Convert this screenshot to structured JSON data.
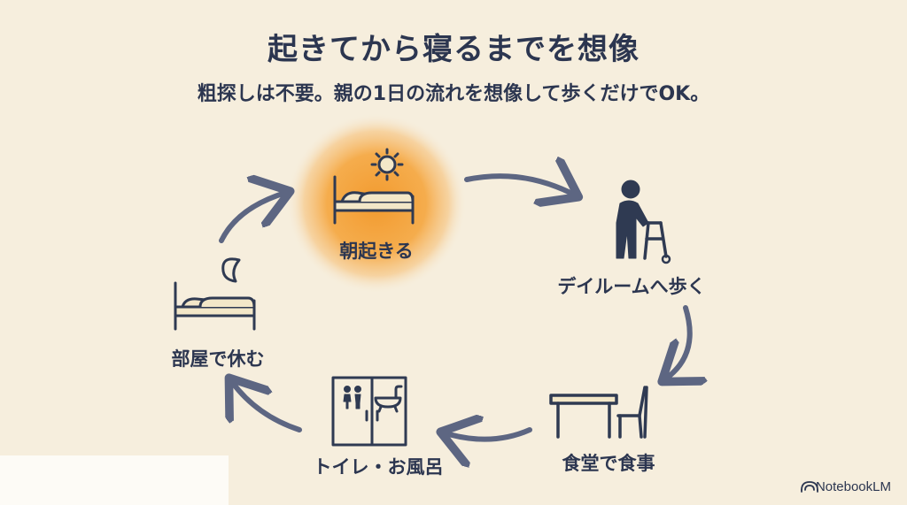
{
  "title": "起きてから寝るまでを想像",
  "subtitle": "粗探しは不要。親の1日の流れを想像して歩くだけでOK。",
  "steps": [
    {
      "label": "朝起きる",
      "icon": "bed-with-sun-icon"
    },
    {
      "label": "デイルームへ歩く",
      "icon": "person-with-walker-icon"
    },
    {
      "label": "食堂で食事",
      "icon": "table-and-chair-icon"
    },
    {
      "label": "トイレ・お風呂",
      "icon": "toilet-bath-door-icon"
    },
    {
      "label": "部屋で休む",
      "icon": "bed-with-moon-icon"
    }
  ],
  "watermark": "NotebookLM",
  "colors": {
    "background": "#f6eedd",
    "text": "#2c3650",
    "arrow": "#5d6682",
    "highlight": "#f4a23c"
  }
}
